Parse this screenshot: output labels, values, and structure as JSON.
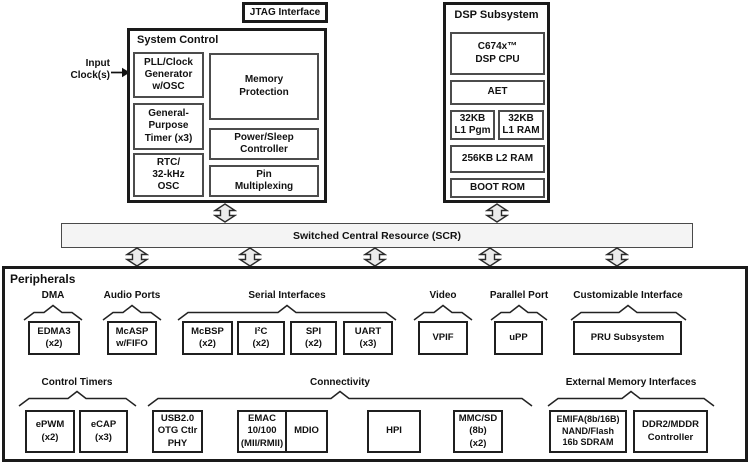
{
  "diagram": {
    "jtag_label": "JTAG Interface",
    "input_clocks_label": "Input\nClock(s)",
    "system_control": {
      "title": "System Control",
      "pll": "PLL/Clock\nGenerator\nw/OSC",
      "memory_protection": "Memory\nProtection",
      "gp_timer": "General-\nPurpose\nTimer (x3)",
      "power_sleep": "Power/Sleep\nController",
      "rtc": "RTC/\n32-kHz\nOSC",
      "pin_mux": "Pin\nMultiplexing"
    },
    "dsp": {
      "title": "DSP Subsystem",
      "cpu": "C674x™\nDSP CPU",
      "aet": "AET",
      "l1_pgm": "32KB\nL1 Pgm",
      "l1_ram": "32KB\nL1 RAM",
      "l2_ram": "256KB L2 RAM",
      "boot_rom": "BOOT ROM"
    },
    "scr_label": "Switched Central Resource (SCR)",
    "peripherals": {
      "title": "Peripherals",
      "groups": [
        {
          "label": "DMA",
          "boxes": [
            "EDMA3\n(x2)"
          ]
        },
        {
          "label": "Audio Ports",
          "boxes": [
            "McASP\nw/FIFO"
          ]
        },
        {
          "label": "Serial Interfaces",
          "boxes": [
            "McBSP\n(x2)",
            "I²C\n(x2)",
            "SPI\n(x2)",
            "UART\n(x3)"
          ]
        },
        {
          "label": "Video",
          "boxes": [
            "VPIF"
          ]
        },
        {
          "label": "Parallel Port",
          "boxes": [
            "uPP"
          ]
        },
        {
          "label": "Customizable Interface",
          "boxes": [
            "PRU Subsystem"
          ]
        },
        {
          "label": "Control Timers",
          "boxes": [
            "ePWM\n(x2)",
            "eCAP\n(x3)"
          ]
        },
        {
          "label": "Connectivity",
          "boxes": [
            "USB2.0\nOTG Ctlr\nPHY",
            "EMAC\n10/100\n(MII/RMII)",
            "MDIO",
            "HPI",
            "MMC/SD\n(8b)\n(x2)"
          ]
        },
        {
          "label": "External Memory Interfaces",
          "boxes": [
            "EMIFA(8b/16B)\nNAND/Flash\n16b SDRAM",
            "DDR2/MDDR\nController"
          ]
        }
      ]
    },
    "colors": {
      "border": "#1a1a1a",
      "arrow_fill": "#ececec",
      "bar_fill": "#f4f4f4"
    }
  }
}
